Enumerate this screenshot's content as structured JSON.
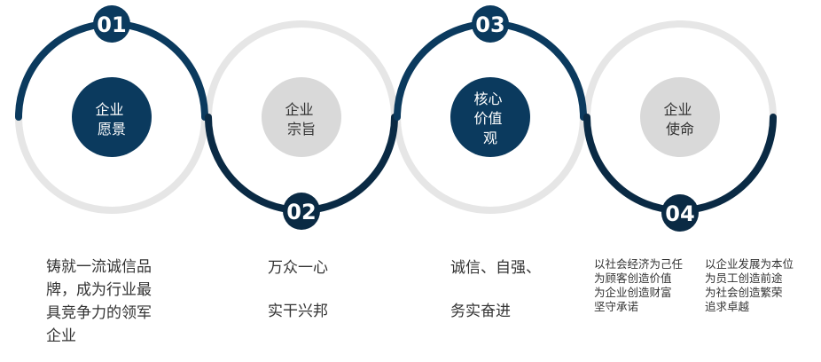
{
  "colors": {
    "navy": "#0b3a5e",
    "dark": "#0a2a44",
    "ring_gray": "#e6e6e6",
    "inner_gray": "#d9d9d9",
    "text": "#333333"
  },
  "steps": [
    {
      "number": "01",
      "title": [
        "企业",
        "愿景"
      ],
      "style": "navy"
    },
    {
      "number": "02",
      "title": [
        "企业",
        "宗旨"
      ],
      "style": "gray"
    },
    {
      "number": "03",
      "title": [
        "核心",
        "价值",
        "观"
      ],
      "style": "navy"
    },
    {
      "number": "04",
      "title": [
        "企业",
        "使命"
      ],
      "style": "gray"
    }
  ],
  "descriptions": {
    "vision": [
      "铸就一流诚信品",
      "牌，成为行业最",
      "具竞争力的领军",
      "企业"
    ],
    "purpose_1": "万众一心",
    "purpose_2": "实干兴邦",
    "values_1": "诚信、自强、",
    "values_2": "务实奋进",
    "mission_left": [
      "以社会经济为己任",
      "为顾客创造价值",
      "为企业创造财富",
      "坚守承诺"
    ],
    "mission_right": [
      "以企业发展为本位",
      "为员工创造前途",
      "为社会创造繁荣",
      "追求卓越"
    ]
  }
}
